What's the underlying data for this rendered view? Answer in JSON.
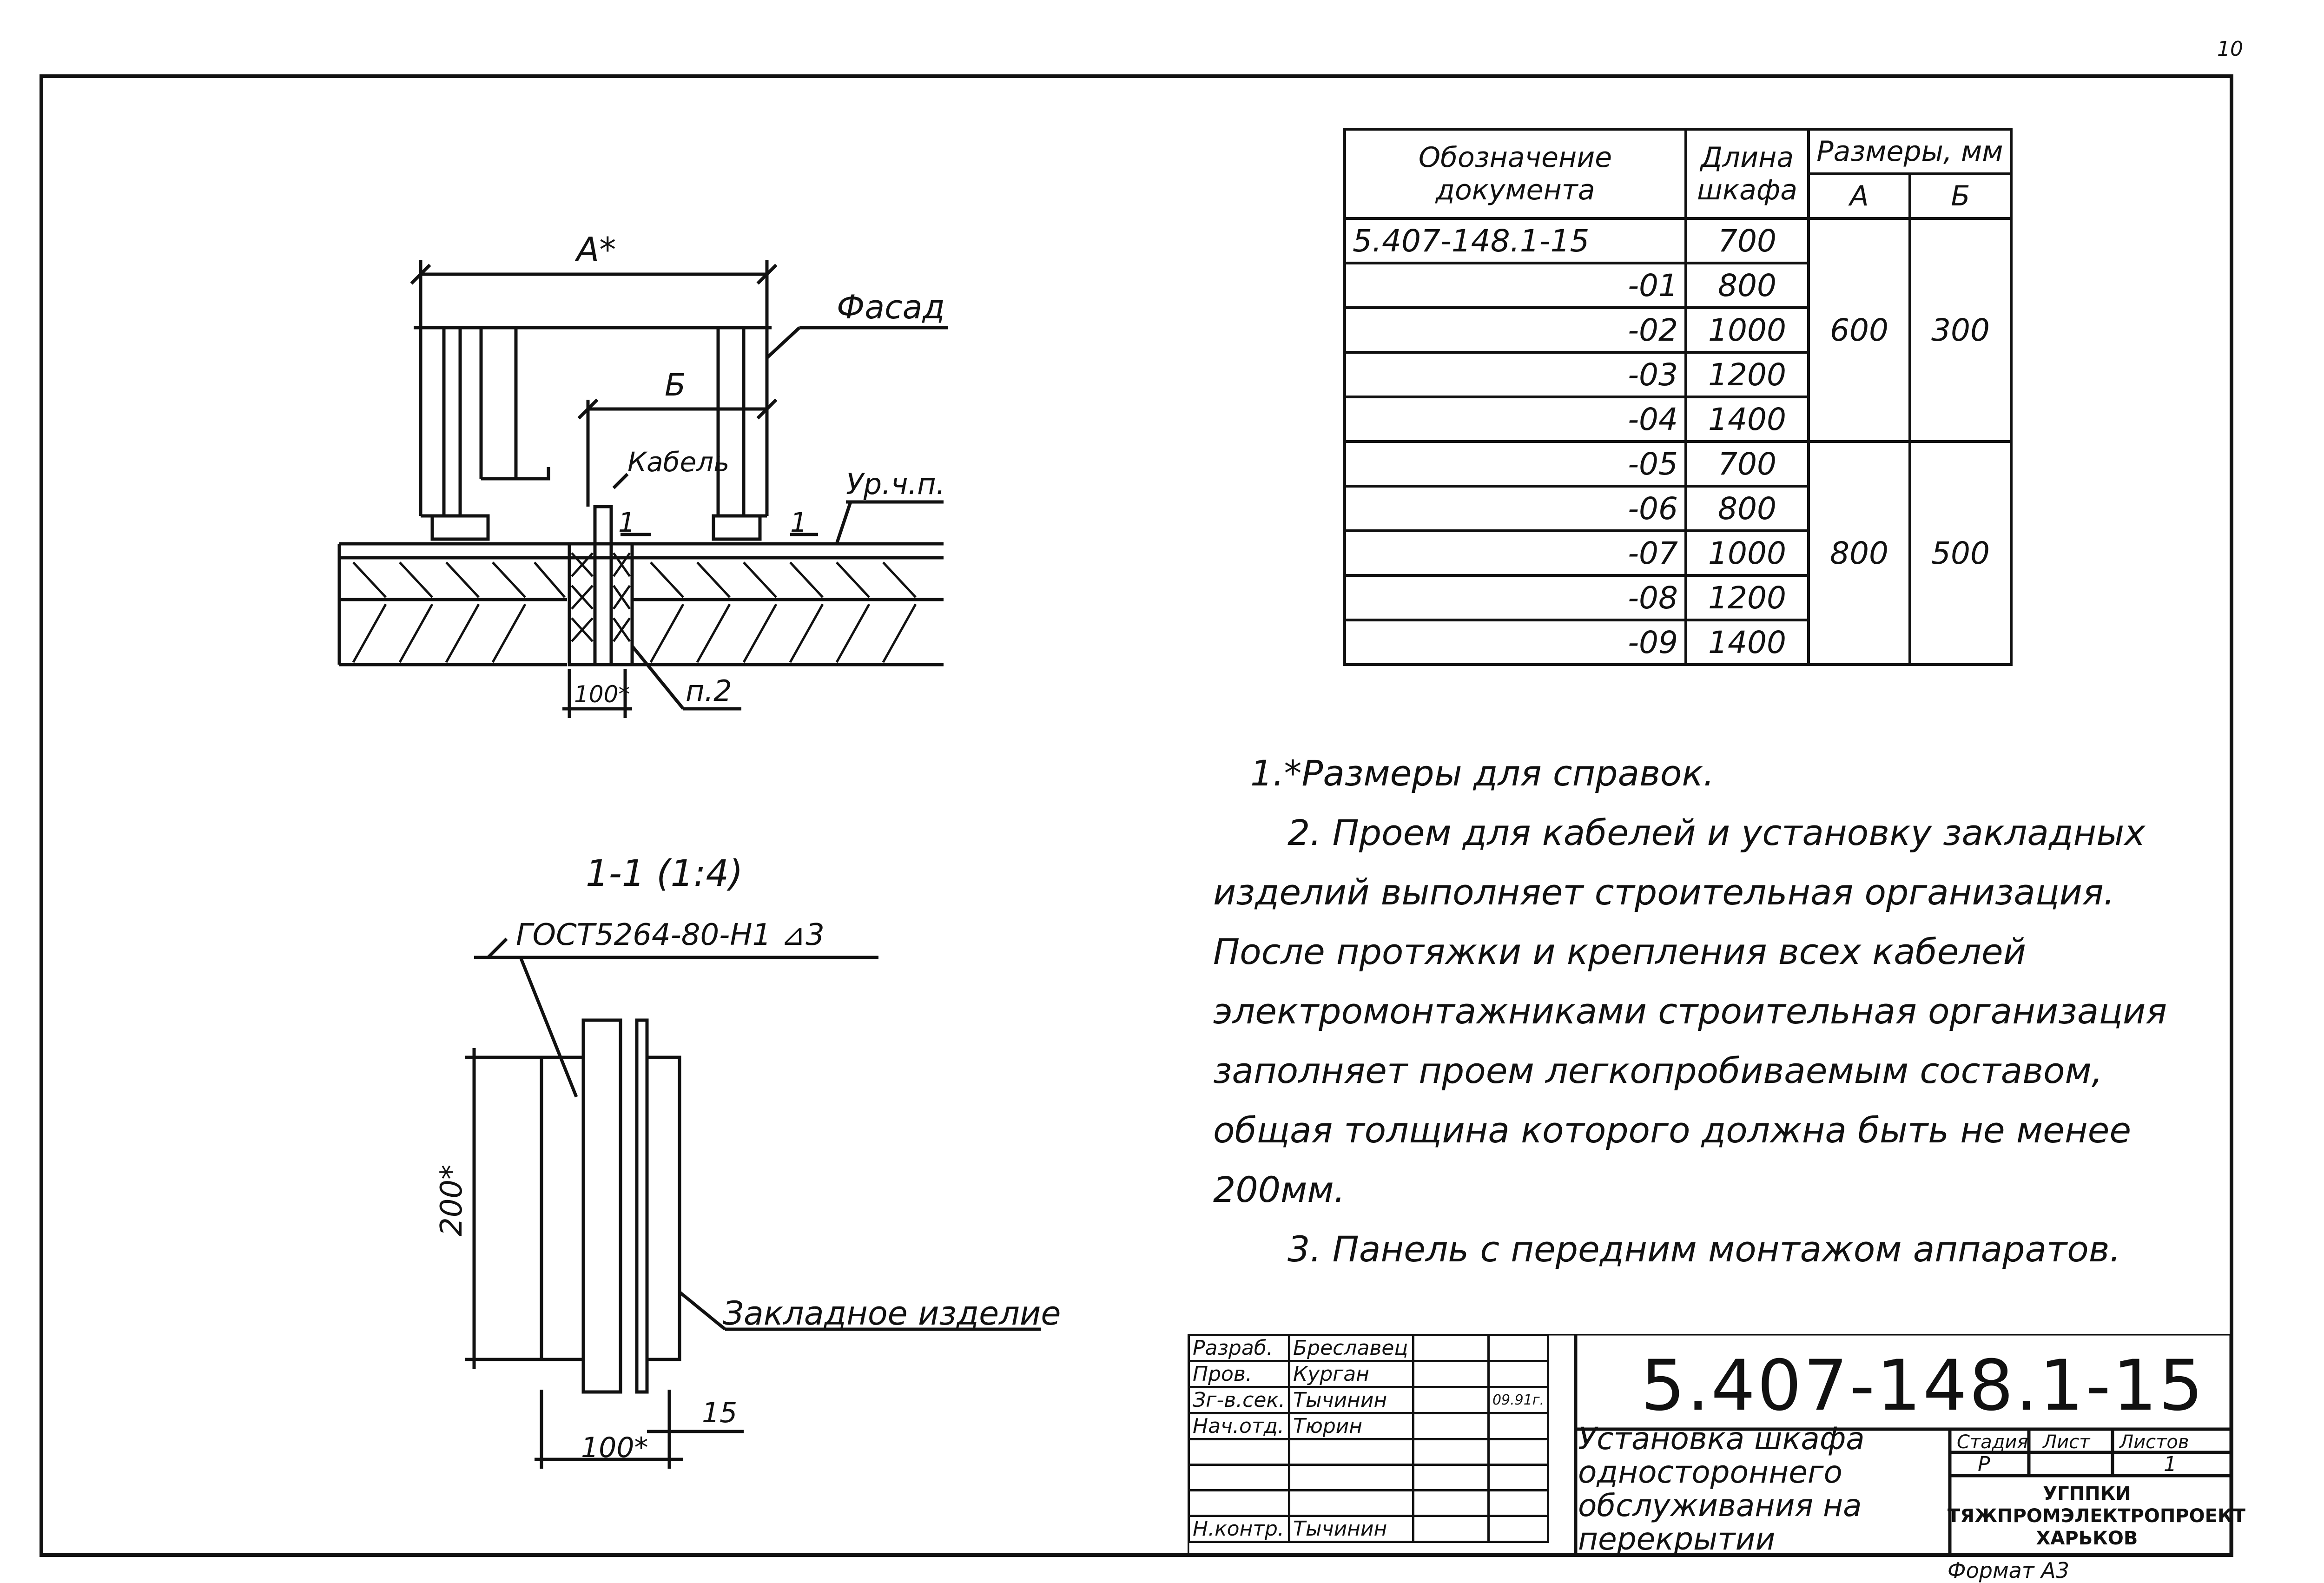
{
  "sheet_number": "10",
  "drawing": {
    "label_a": "А*",
    "label_b": "Б",
    "facade": "Фасад",
    "cable": "Кабель",
    "floor_level": "Ур.ч.п.",
    "dim_100": "100*",
    "item_p2": "п.2",
    "cut_marker": "1",
    "section_title": "1-1 (1:4)",
    "weld_note": "ГОСТ5264-80-Н1 ⊿3",
    "dim_200": "200*",
    "embedded": "Закладное изделие",
    "dim_15": "15",
    "dim_100b": "100*"
  },
  "spec_table": {
    "header_doc": "Обозначение документа",
    "header_len": "Длина шкафа",
    "header_sizes": "Размеры, мм",
    "header_a": "А",
    "header_b": "Б",
    "rows": [
      {
        "doc": "5.407-148.1-15",
        "len": "700"
      },
      {
        "doc": "-01",
        "len": "800"
      },
      {
        "doc": "-02",
        "len": "1000"
      },
      {
        "doc": "-03",
        "len": "1200"
      },
      {
        "doc": "-04",
        "len": "1400"
      },
      {
        "doc": "-05",
        "len": "700"
      },
      {
        "doc": "-06",
        "len": "800"
      },
      {
        "doc": "-07",
        "len": "1000"
      },
      {
        "doc": "-08",
        "len": "1200"
      },
      {
        "doc": "-09",
        "len": "1400"
      }
    ],
    "group1": {
      "a": "600",
      "b": "300"
    },
    "group2": {
      "a": "800",
      "b": "500"
    }
  },
  "notes": [
    "1.*Размеры для справок.",
    "2. Проем для кабелей и установку закладных изделий выполняет строительная организация. После протяжки и крепления всех кабелей электромонтажниками строительная организация заполняет проем легкопробиваемым составом, общая толщина которого должна быть не менее 200мм.",
    "3. Панель с передним монтажом аппаратов."
  ],
  "title_block": {
    "roles": [
      "Разраб.",
      "Пров.",
      "Зг-в.сек.",
      "Нач.отд.",
      "",
      "",
      "",
      "Н.контр."
    ],
    "names": [
      "Бреславец",
      "Курган",
      "Тычинин",
      "Тюрин",
      "",
      "",
      "",
      "Тычинин"
    ],
    "date": "09.91г.",
    "code": "5.407-148.1-15",
    "title": "Установка шкафа одностороннего обслуживания на перекрытии",
    "stage_label": "Стадия",
    "sheet_label": "Лист",
    "sheets_label": "Листов",
    "stage": "Р",
    "sheets": "1",
    "org_line1": "УГППКИ",
    "org_line2": "ТЯЖПРОМЭЛЕКТРОПРОЕКТ",
    "org_line3": "ХАРЬКОВ",
    "format": "Формат А3"
  }
}
